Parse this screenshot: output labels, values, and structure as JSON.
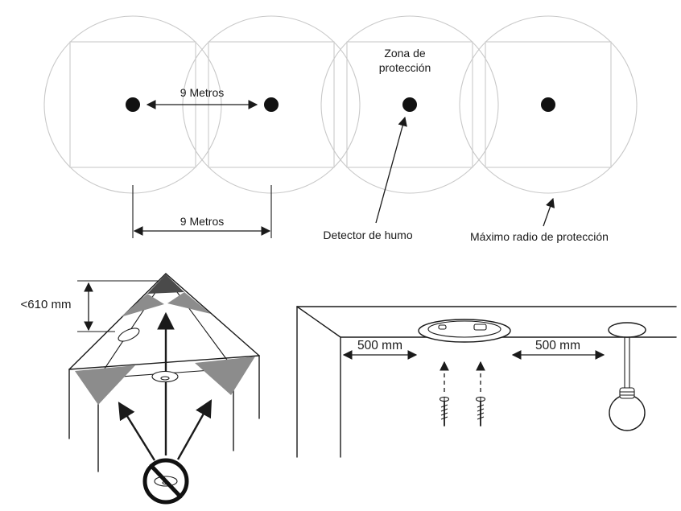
{
  "colors": {
    "line": "#1a1a1a",
    "zone_line": "#c9c9c9",
    "dot": "#111111",
    "shade_dark": "#4a4a4a",
    "shade_mid": "#8c8c8c",
    "background": "#ffffff"
  },
  "coverage": {
    "spacing_label_top": "9 Metros",
    "spacing_label_bottom": "9 Metros",
    "zone_label_line1": "Zona de",
    "zone_label_line2": "protección",
    "detector_label": "Detector de humo",
    "max_radius_label": "Máximo radio de protección"
  },
  "roof": {
    "apex_distance_label": "<610 mm"
  },
  "ceiling": {
    "wall_distance_label": "500 mm",
    "fixture_distance_label": "500 mm"
  }
}
